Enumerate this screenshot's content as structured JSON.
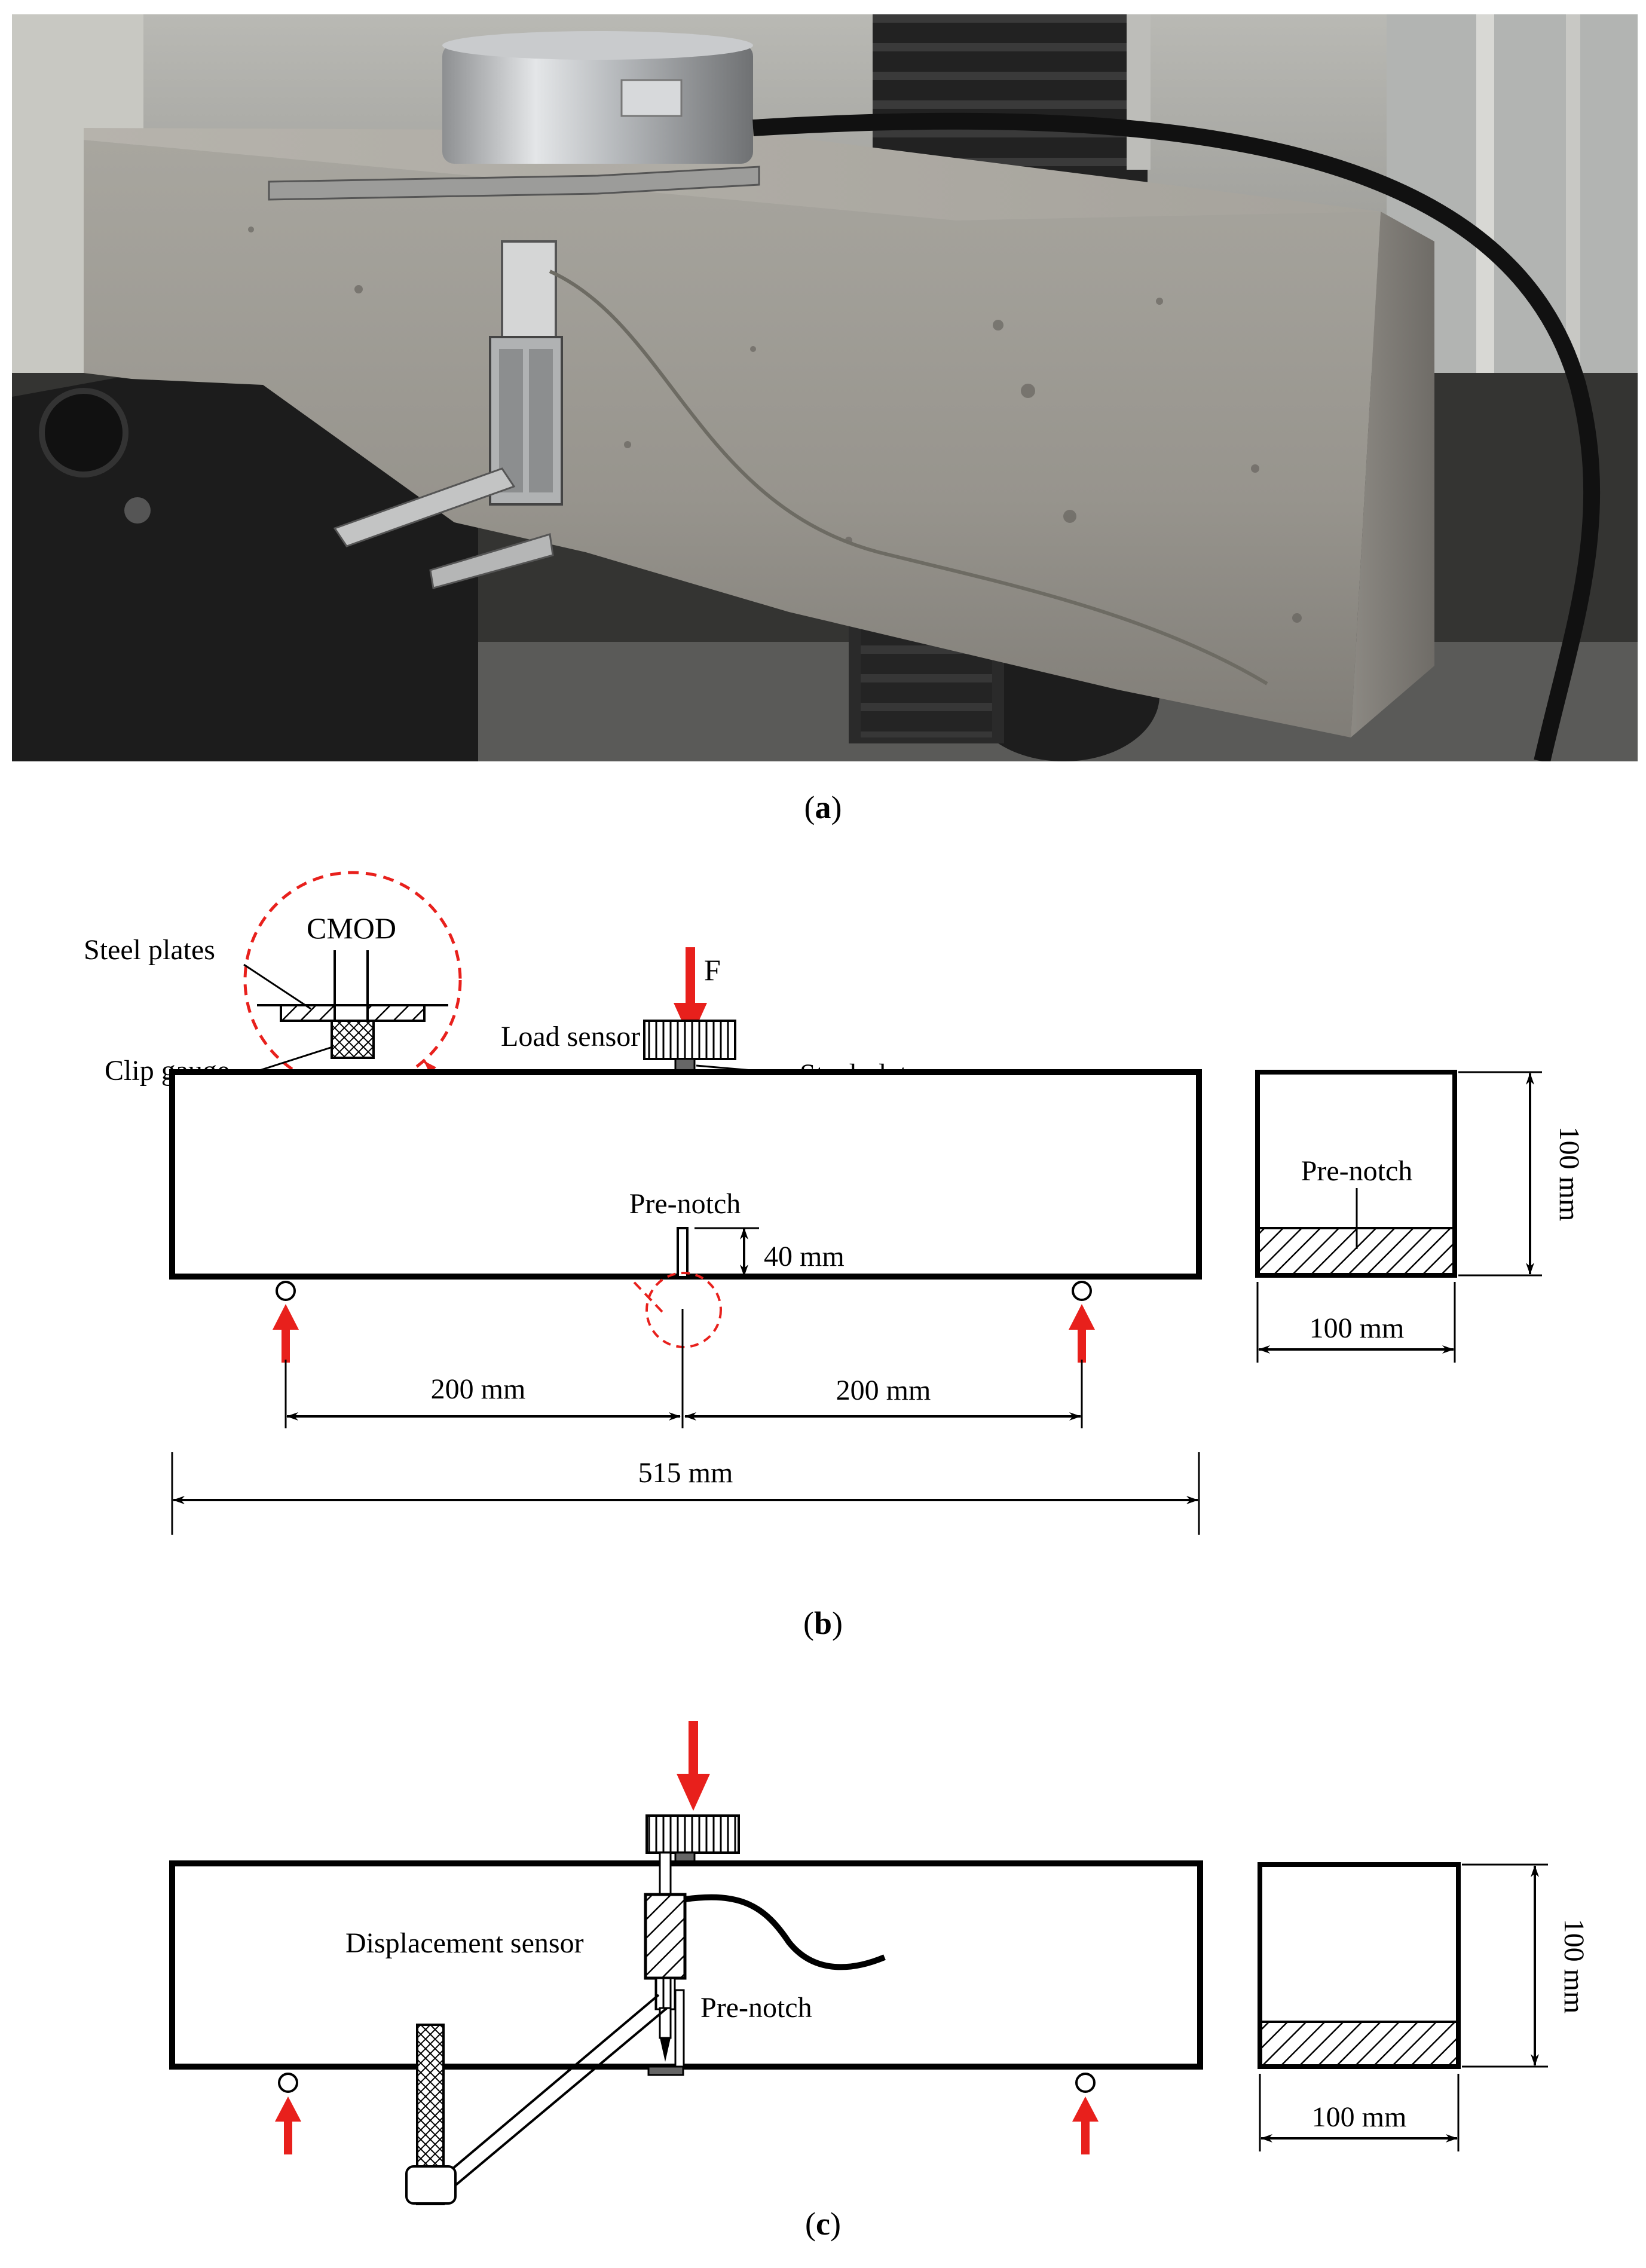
{
  "panels": {
    "a": {
      "caption_letter": "a"
    },
    "b": {
      "caption_letter": "b",
      "labels": {
        "cmod": "CMOD",
        "steel_plates": "Steel plates",
        "clip_gauge": "Clip gauge",
        "force": "F",
        "load_sensor": "Load sensor",
        "steel_plate": "Steel plate",
        "pre_notch": "Pre-notch",
        "notch_depth": "40 mm",
        "span_left": "200 mm",
        "span_right": "200 mm",
        "total_length": "515 mm",
        "section_pre_notch": "Pre-notch",
        "section_height": "100 mm",
        "section_width": "100 mm"
      }
    },
    "c": {
      "caption_letter": "c",
      "labels": {
        "displacement_sensor": "Displacement sensor",
        "pre_notch": "Pre-notch",
        "section_height": "100 mm",
        "section_width": "100 mm"
      }
    }
  },
  "colors": {
    "arrow_red": "#e8201c",
    "line": "#000000",
    "concrete": "#9a9892",
    "background_dark": "#2a2a2a"
  }
}
